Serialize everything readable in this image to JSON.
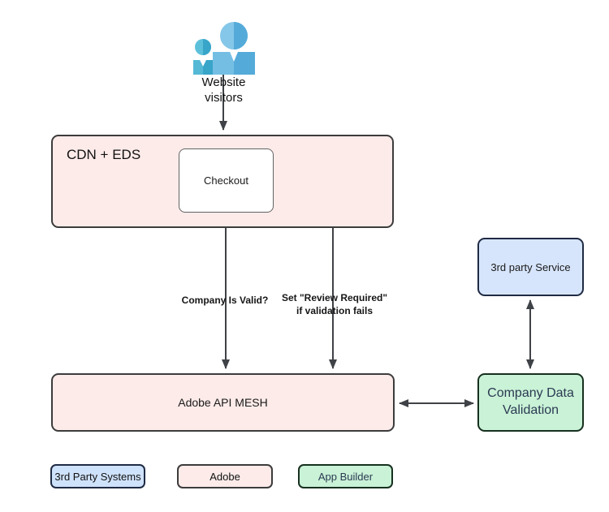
{
  "nodes": {
    "website_visitors": {
      "label": "Website visitors",
      "icon": "website-visitors-icon"
    },
    "cdn_eds": {
      "label": "CDN + EDS"
    },
    "checkout": {
      "label": "Checkout"
    },
    "adobe_api_mesh": {
      "label": "Adobe API MESH"
    },
    "third_party_service": {
      "label": "3rd party Service"
    },
    "company_data_validation": {
      "label": "Company Data Validation"
    }
  },
  "edges": {
    "visitors_to_cdn": {
      "from": "website_visitors",
      "to": "cdn_eds",
      "direction": "one-way",
      "label": ""
    },
    "checkout_mesh_valid": {
      "from": "checkout",
      "to": "adobe_api_mesh",
      "direction": "two-way",
      "label": "Company Is Valid?"
    },
    "mesh_to_checkout_review": {
      "from": "adobe_api_mesh",
      "to": "checkout",
      "direction": "two-way",
      "label": "Set \"Review Required\"\nif validation fails"
    },
    "service_validation": {
      "from": "third_party_service",
      "to": "company_data_validation",
      "direction": "two-way",
      "label": ""
    },
    "mesh_validation": {
      "from": "adobe_api_mesh",
      "to": "company_data_validation",
      "direction": "two-way",
      "label": ""
    }
  },
  "legend": {
    "items": [
      {
        "label": "3rd Party Systems",
        "fill": "#cfe2fb"
      },
      {
        "label": "Adobe",
        "fill": "#fcebe9"
      },
      {
        "label": "App Builder",
        "fill": "#c9f2d7"
      }
    ]
  },
  "colors": {
    "adobe_fill": "#fcebe9",
    "third_party_fill": "#d7e5fc",
    "app_builder_fill": "#c9f2d7",
    "arrow": "#3f4246",
    "navy_text": "#2c3a52",
    "icon_blue": "#5cb0dd",
    "icon_blue_light": "#85c7e9",
    "icon_teal": "#41a8cf"
  }
}
